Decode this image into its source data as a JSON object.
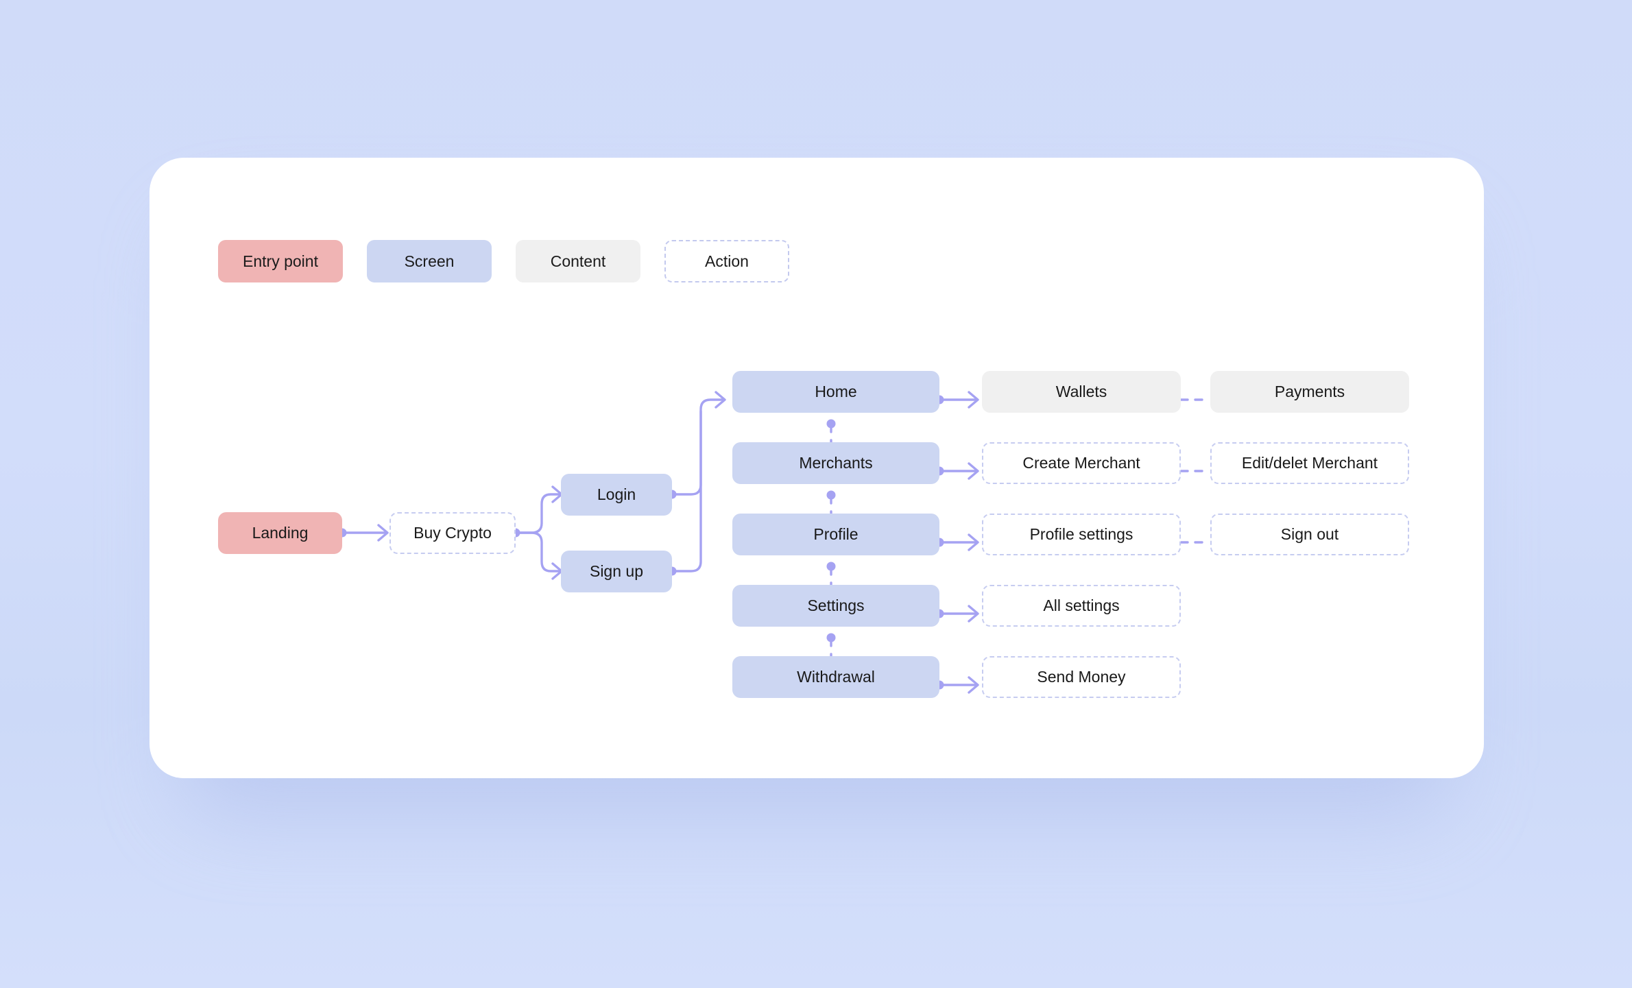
{
  "legend": {
    "items": [
      {
        "label": "Entry point",
        "type": "entry"
      },
      {
        "label": "Screen",
        "type": "screen"
      },
      {
        "label": "Content",
        "type": "content"
      },
      {
        "label": "Action",
        "type": "action"
      }
    ]
  },
  "flow": {
    "entry": {
      "label": "Landing"
    },
    "buy": {
      "label": "Buy Crypto"
    },
    "auth": [
      {
        "label": "Login"
      },
      {
        "label": "Sign up"
      }
    ],
    "screens": [
      {
        "label": "Home"
      },
      {
        "label": "Merchants"
      },
      {
        "label": "Profile"
      },
      {
        "label": "Settings"
      },
      {
        "label": "Withdrawal"
      }
    ],
    "col3": [
      {
        "label": "Wallets",
        "type": "content"
      },
      {
        "label": "Create Merchant",
        "type": "action"
      },
      {
        "label": "Profile settings",
        "type": "action"
      },
      {
        "label": "All settings",
        "type": "action"
      },
      {
        "label": "Send Money",
        "type": "action"
      }
    ],
    "col4": [
      {
        "label": "Payments",
        "type": "content"
      },
      {
        "label": "Edit/delet Merchant",
        "type": "action"
      },
      {
        "label": "Sign out",
        "type": "action"
      }
    ]
  },
  "colors": {
    "background": "#d3ddf8",
    "card": "#ffffff",
    "entry": "#f0b4b4",
    "screen": "#ccd6f2",
    "content": "#f0f0f0",
    "action_border": "#c6ccf0",
    "connector": "#a5a2f2",
    "text": "#191919"
  }
}
